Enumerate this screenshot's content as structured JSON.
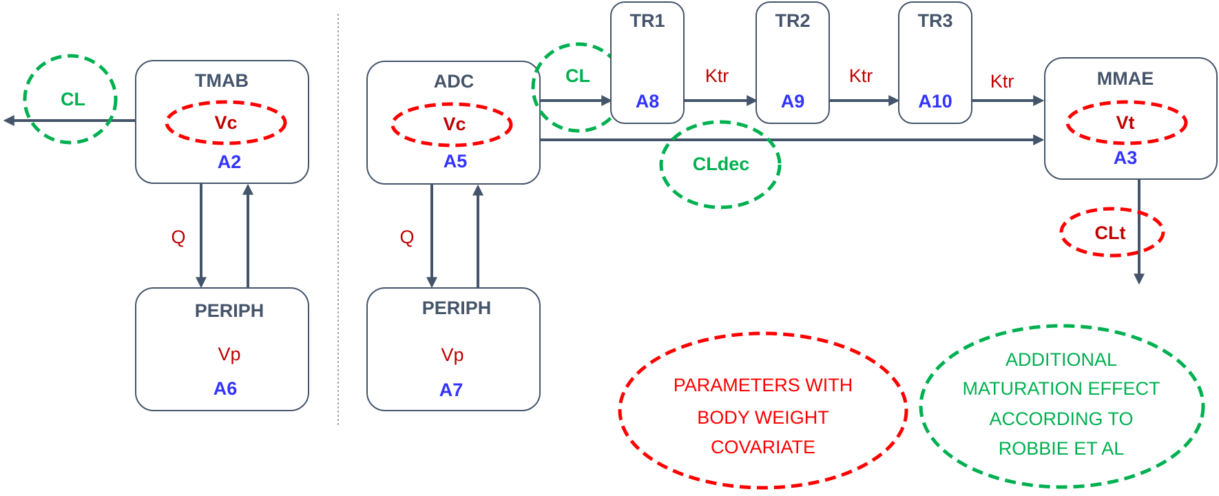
{
  "diagram": {
    "colors": {
      "compartment_label": "#44546A",
      "amount_label": "#3333FF",
      "body_weight_parameter": "#FF0000",
      "maturation_parameter": "#00B050",
      "parameter_text": "#C00000",
      "arrow": "#44546A"
    },
    "left_model": {
      "central": {
        "name": "TMAB",
        "volume": "Vc",
        "amount": "A2"
      },
      "peripheral": {
        "name": "PERIPH",
        "volume": "Vp",
        "amount": "A6"
      },
      "elimination": "CL",
      "intercompartmental": "Q"
    },
    "right_model": {
      "central": {
        "name": "ADC",
        "volume": "Vc",
        "amount": "A5"
      },
      "peripheral": {
        "name": "PERIPH",
        "volume": "Vp",
        "amount": "A7"
      },
      "intercompartmental": "Q",
      "clearance_to_transit": "CL",
      "deconjugation": "CLdec",
      "transit": [
        {
          "name": "TR1",
          "amount": "A8"
        },
        {
          "name": "TR2",
          "amount": "A9"
        },
        {
          "name": "TR3",
          "amount": "A10"
        }
      ],
      "transit_rates": [
        "Ktr",
        "Ktr",
        "Ktr"
      ],
      "payload": {
        "name": "MMAE",
        "volume": "Vt",
        "amount": "A3"
      },
      "payload_clearance": "CLt"
    },
    "legend": {
      "red": [
        "PARAMETERS WITH",
        "BODY WEIGHT",
        "COVARIATE"
      ],
      "green": [
        "ADDITIONAL",
        "MATURATION EFFECT",
        "ACCORDING TO",
        "ROBBIE ET AL"
      ]
    }
  }
}
